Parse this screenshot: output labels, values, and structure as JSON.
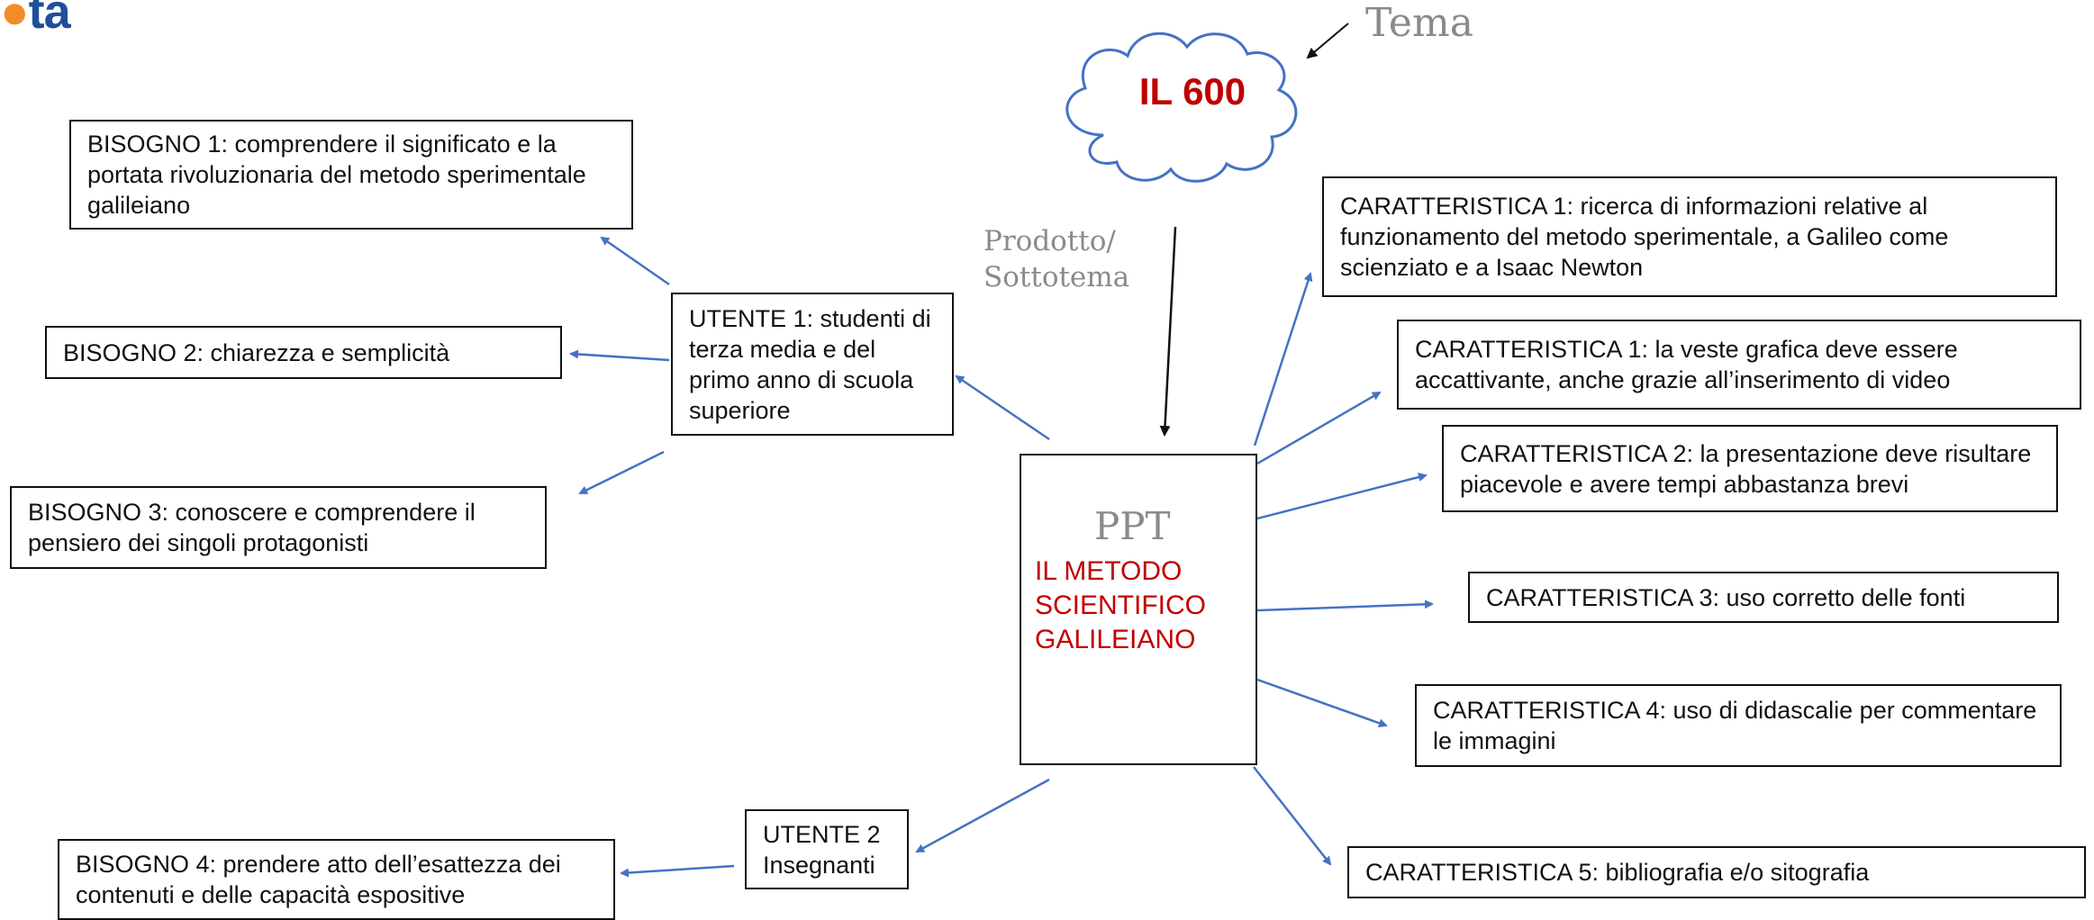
{
  "logo": {
    "text_a": "",
    "text_b": "ta"
  },
  "theme": {
    "label": "Tema",
    "cloud_text": "IL 600"
  },
  "product_label": {
    "line1": "Prodotto/",
    "line2": "Sottotema"
  },
  "center": {
    "tag": "PPT",
    "title": "IL METODO SCIENTIFICO GALILEIANO"
  },
  "users": {
    "u1": "UTENTE 1: studenti di terza media e del primo anno di scuola superiore",
    "u2": "UTENTE 2 Insegnanti"
  },
  "needs": {
    "n1": "BISOGNO 1: comprendere il significato e la portata rivoluzionaria del metodo sperimentale galileiano",
    "n2": "BISOGNO 2: chiarezza e semplicità",
    "n3": "BISOGNO 3: conoscere e comprendere il pensiero dei singoli protagonisti",
    "n4": "BISOGNO 4: prendere atto dell’esattezza dei contenuti e delle  capacità espositive"
  },
  "features": {
    "c1a": "CARATTERISTICA 1: ricerca di informazioni relative al funzionamento del metodo sperimentale, a Galileo come scienziato e a Isaac Newton",
    "c1b": "CARATTERISTICA 1: la veste grafica deve essere accattivante, anche grazie all’inserimento di video",
    "c2": "CARATTERISTICA 2: la presentazione deve risultare piacevole e avere tempi abbastanza brevi",
    "c3": "CARATTERISTICA 3: uso corretto delle fonti",
    "c4": "CARATTERISTICA 4: uso di didascalie per commentare le immagini",
    "c5": "CARATTERISTICA 5: bibliografia e/o sitografia"
  },
  "colors": {
    "arrow_blue": "#4472c4",
    "accent_red": "#c00000",
    "handwriting_gray": "#8a8a8a"
  }
}
